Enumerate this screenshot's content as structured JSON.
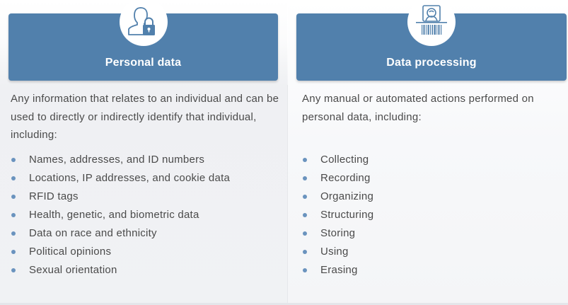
{
  "colors": {
    "banner": "#5180ac",
    "bullet": "#6a93be",
    "text": "#4a4a4a",
    "icon": "#5180ac"
  },
  "personal": {
    "icon": "user-lock-icon",
    "title": "Personal data",
    "description": "Any information that relates to an individual and can be used to directly or indirectly identify that individual, including:",
    "items": [
      "Names, addresses, and ID numbers",
      "Locations, IP addresses, and cookie data",
      "RFID tags",
      "Health, genetic, and biometric data",
      "Data on race and ethnicity",
      "Political opinions",
      "Sexual orientation"
    ]
  },
  "processing": {
    "icon": "face-barcode-scan-icon",
    "title": "Data processing",
    "description": "Any manual or automated actions performed on personal data, including:",
    "items": [
      "Collecting",
      "Recording",
      "Organizing",
      "Structuring",
      "Storing",
      "Using",
      "Erasing"
    ]
  }
}
